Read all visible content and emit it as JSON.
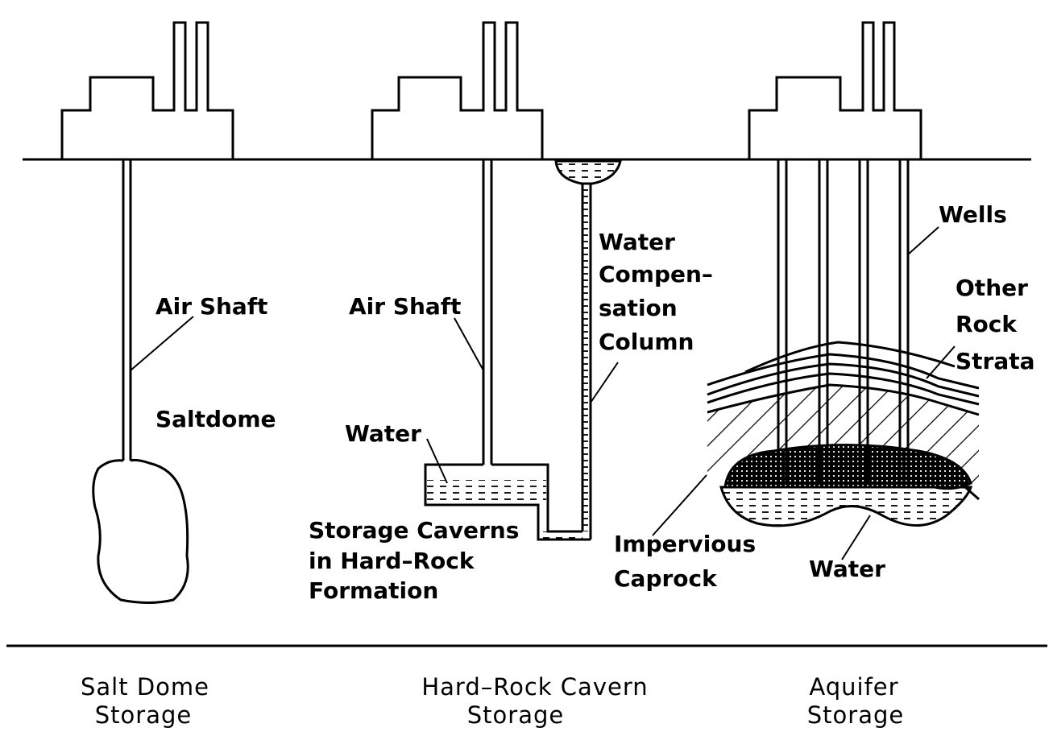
{
  "labels": {
    "air_shaft_left": "Air Shaft",
    "saltdome": "Saltdome",
    "air_shaft_mid": "Air Shaft",
    "water_comp_1": "Water",
    "water_comp_2": "Compen–",
    "water_comp_3": "sation",
    "water_comp_4": "Column",
    "water_mid": "Water",
    "storage_caverns_1": "Storage Caverns",
    "storage_caverns_2": "in Hard–Rock",
    "storage_caverns_3": "Formation",
    "wells": "Wells",
    "other_rock_1": "Other",
    "other_rock_2": "Rock",
    "other_rock_3": "Strata",
    "impervious_1": "Impervious",
    "impervious_2": "Caprock",
    "water_right": "Water"
  },
  "captions": {
    "salt_dome_1": "Salt Dome",
    "salt_dome_2": "Storage",
    "hard_rock_1": "Hard–Rock Cavern",
    "hard_rock_2": "Storage",
    "aquifer_1": "Aquifer",
    "aquifer_2": "Storage"
  }
}
